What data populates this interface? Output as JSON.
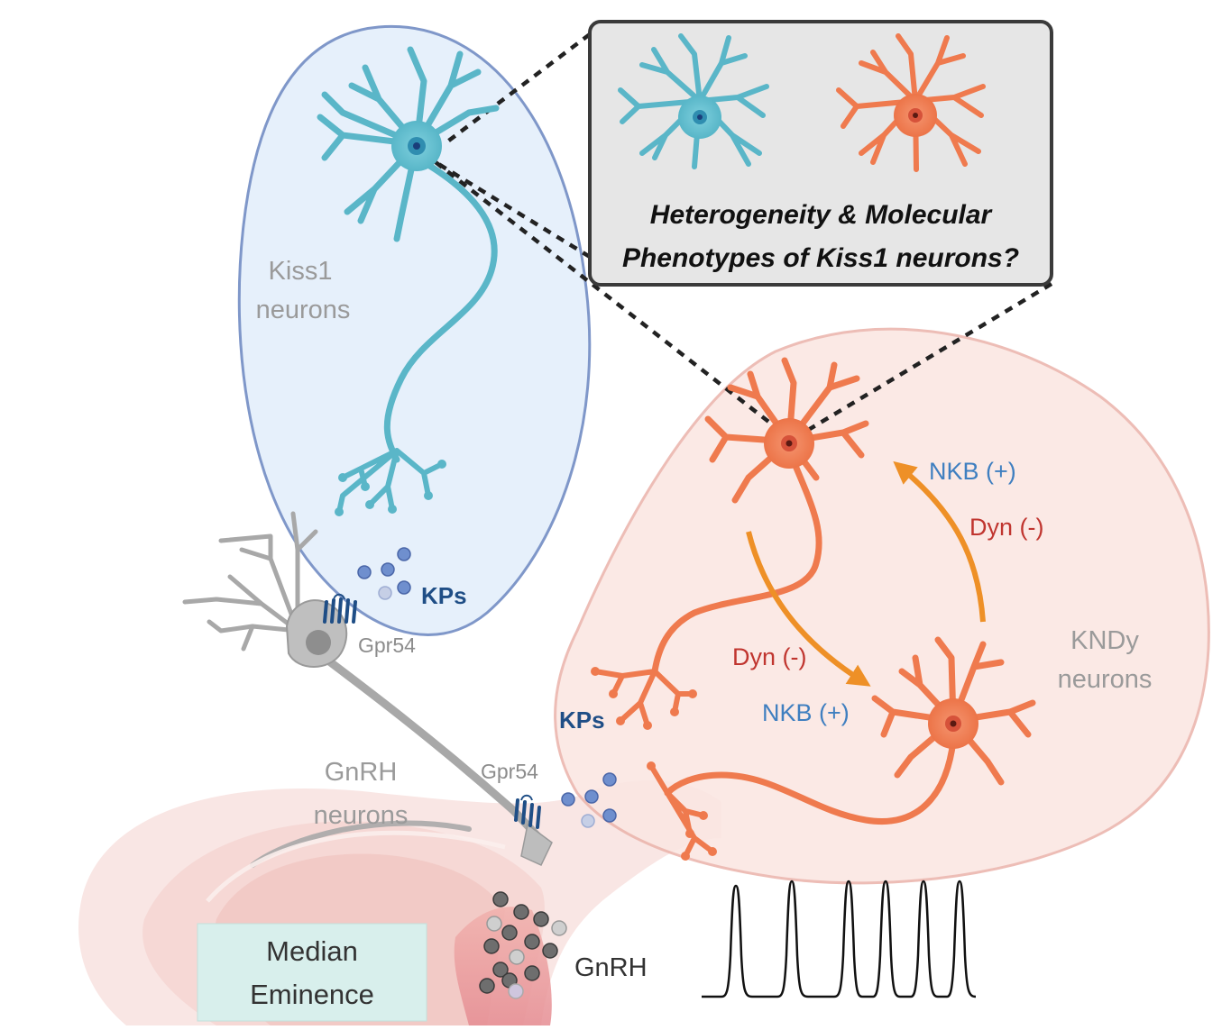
{
  "callout": {
    "line1": "Heterogeneity & Molecular",
    "line2": "Phenotypes of Kiss1 neurons?"
  },
  "kiss1_region": {
    "line1": "Kiss1",
    "line2": "neurons"
  },
  "kndy_region": {
    "line1": "KNDy",
    "line2": "neurons"
  },
  "gnrh_region": {
    "line1": "GnRH",
    "line2": "neurons"
  },
  "labels": {
    "kps_top": "KPs",
    "kps_bottom": "KPs",
    "gpr54_top": "Gpr54",
    "gpr54_bottom": "Gpr54",
    "nkb_top": "NKB (+)",
    "dyn_top": "Dyn (-)",
    "dyn_bottom": "Dyn (-)",
    "nkb_bottom": "NKB (+)",
    "gnrh_release": "GnRH"
  },
  "median_eminence": {
    "line1": "Median",
    "line2": "Eminence"
  },
  "colors": {
    "kiss1_fill": "#e6f0fb",
    "kiss1_border": "#7f97c9",
    "kndy_fill": "#fbe7e3",
    "kndy_border": "#ecb4ac",
    "cyan_neuron": "#5ab6c8",
    "orange_neuron": "#ef7a4e",
    "gnrh_neuron": "#a8a8a8",
    "arrow": "#ee9027",
    "nkb_text": "#3f7fc0",
    "dyn_text": "#c0352f",
    "kps_text": "#1f4e86",
    "median_eminence_box": "#d8efec",
    "callout_box": "#e6e6e6"
  }
}
